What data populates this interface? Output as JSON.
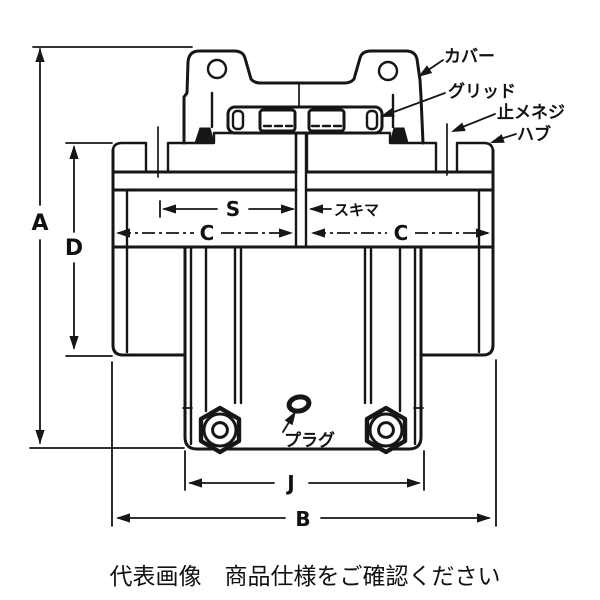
{
  "drawing": {
    "part_labels": {
      "cover": "カバー",
      "grid": "グリッド",
      "set_screw": "止メネジ",
      "hub": "ハブ",
      "clearance": "スキマ",
      "plug": "プラグ"
    },
    "dimension_labels": {
      "overall_diameter": "A",
      "hub_diameter": "D",
      "grid_span": "S",
      "hub_length_left": "C",
      "hub_length_right": "C",
      "cover_width": "J",
      "overall_length": "B"
    }
  },
  "caption": "代表画像　商品仕様をご確認ください",
  "colors": {
    "line": "#161616",
    "background": "#ffffff"
  }
}
